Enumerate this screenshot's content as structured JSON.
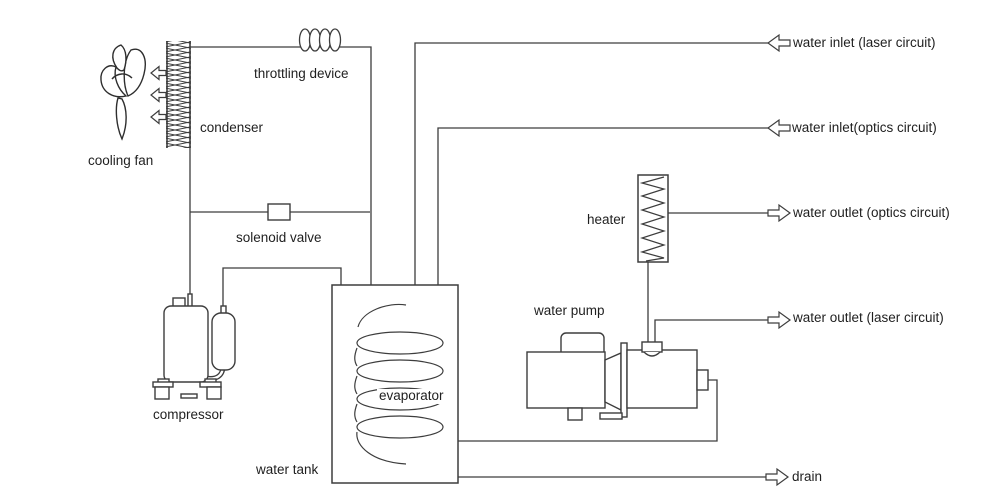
{
  "labels": {
    "cooling_fan": "cooling fan",
    "condenser": "condenser",
    "throttling_device": "throttling device",
    "solenoid_valve": "solenoid valve",
    "compressor": "compressor",
    "evaporator": "evaporator",
    "water_tank": "water tank",
    "water_pump": "water pump",
    "heater": "heater",
    "water_inlet_laser": "water inlet (laser circuit)",
    "water_inlet_optics": "water inlet(optics circuit)",
    "water_outlet_optics": "water outlet (optics circuit)",
    "water_outlet_laser": "water outlet (laser circuit)",
    "drain": "drain"
  },
  "icons": {
    "inlet_arrow": "left-outline-arrow",
    "outlet_arrow": "right-outline-arrow",
    "airflow_arrow": "left-outline-arrow"
  },
  "colors": {
    "line": "#3d3d3d",
    "text": "#1f1f1f",
    "background": "#ffffff"
  }
}
